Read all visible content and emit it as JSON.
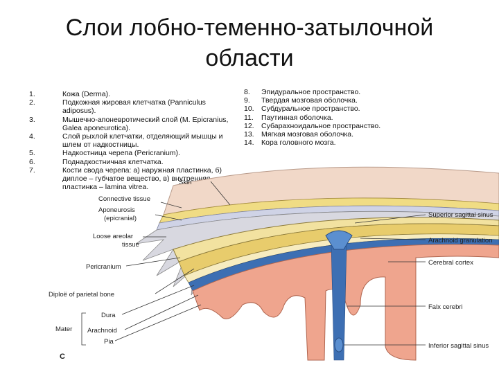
{
  "title": {
    "line1": "Слои лобно-теменно-затылочной",
    "line2": "области"
  },
  "left_list": [
    {
      "num": "1.",
      "text": "Кожа (Derma)."
    },
    {
      "num": "2.",
      "text": "Подкожная жировая клетчатка (Panniculus adiposus)."
    },
    {
      "num": "3.",
      "text": "Мышечно-апоневротический слой (M. Epicranius, Galea aponeurotica)."
    },
    {
      "num": "4.",
      "text": "Слой рыхлой клетчатки, отделяющий мышцы и шлем от надкостницы."
    },
    {
      "num": "5.",
      "text": "Надкостница черепа (Pericranium)."
    },
    {
      "num": "6.",
      "text": "Поднадкостничная клетчатка."
    },
    {
      "num": "7.",
      "text": "Кости свода черепа: а) наружная пластинка, б) диплое – губчатое вещество, в) внутренняя пластинка – lamina vitrea."
    }
  ],
  "right_list": [
    {
      "num": "8.",
      "text": "Эпидуральное пространство."
    },
    {
      "num": "9.",
      "text": "Твердая мозговая оболочка."
    },
    {
      "num": "10.",
      "text": "Субдуральное пространство."
    },
    {
      "num": "11.",
      "text": "Паутинная оболочка."
    },
    {
      "num": "12.",
      "text": "Субарахноидальное пространство."
    },
    {
      "num": "13.",
      "text": "Мягкая мозговая оболочка."
    },
    {
      "num": "14.",
      "text": "Кора головного мозга."
    }
  ],
  "diagram_labels": {
    "skin": "Skin",
    "connective_tissue": "Connective tissue",
    "aponeurosis": "Aponeurosis",
    "epicranial": "(epicranial)",
    "loose_areolar": "Loose areolar",
    "tissue": "tissue",
    "pericranium": "Pericranium",
    "diploe": "Diploë of parietal bone",
    "mater": "Mater",
    "dura": "Dura",
    "arachnoid": "Arachnoid",
    "pia": "Pia",
    "panel_letter": "C",
    "superior_sagittal_sinus": "Superior sagittal sinus",
    "arachnoid_granulation": "Arachnoid granulation",
    "cerebral_cortex": "Cerebral cortex",
    "falx_cerebri": "Falx cerebri",
    "inferior_sagittal_sinus": "Inferior sagittal sinus"
  },
  "colors": {
    "skin": "#f1d8c8",
    "connective": "#f0dc84",
    "aponeurosis": "#cfd3e6",
    "bone_outer": "#f2e2a0",
    "diploe": "#e8cc6c",
    "dura": "#3d6fb3",
    "cortex": "#efa58e",
    "sinus": "#5b8fd0"
  }
}
